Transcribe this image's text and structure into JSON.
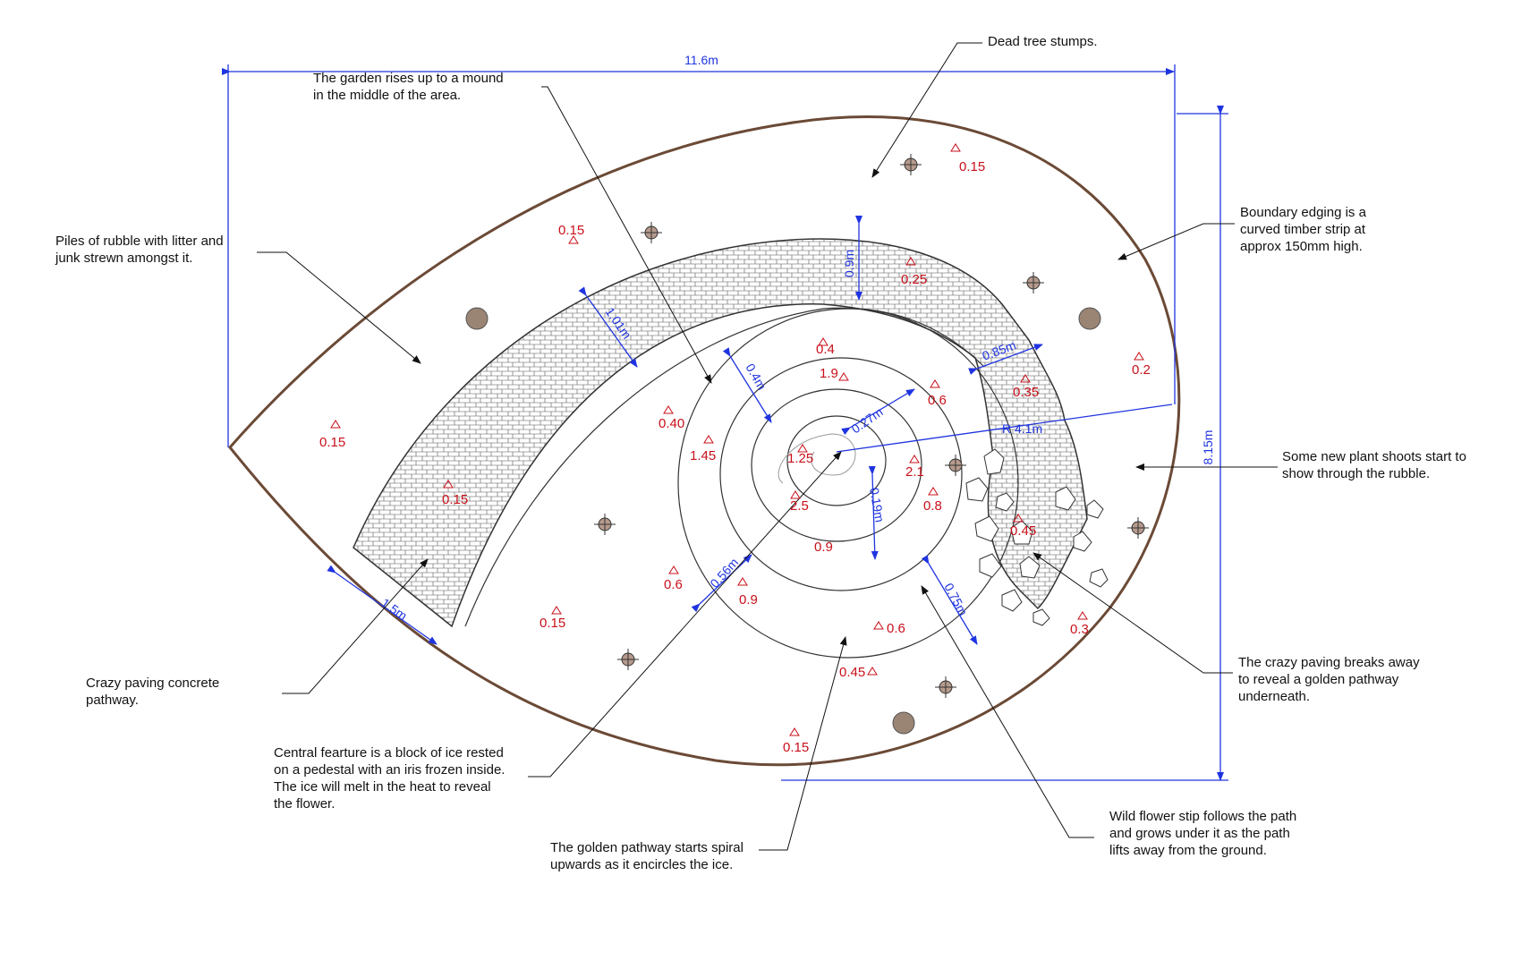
{
  "dimensions": {
    "width": "11.6m",
    "height": "8.15m",
    "radius": "R 4.1m",
    "path_width": "1.5m",
    "paving_inner": "1.01m",
    "paving_right": "0.85m",
    "paving_top": "0.9m",
    "spiral_04": "0.4m",
    "spiral_027": "0.27m",
    "spiral_019": "0.19m",
    "spiral_056": "0.56m",
    "spiral_075": "0.75m"
  },
  "notes": {
    "dead_stumps": [
      "Dead tree stumps."
    ],
    "mound": [
      "The garden rises up to a mound",
      "in the middle of the area."
    ],
    "boundary": [
      "Boundary edging is a",
      "curved timber strip at",
      "approx 150mm high."
    ],
    "rubble": [
      "Piles of rubble with litter and",
      "junk strewn amongst it."
    ],
    "shoots": [
      "Some new plant shoots start to",
      "show through the rubble."
    ],
    "crazy_breaks": [
      "The crazy paving breaks away",
      "to reveal a golden pathway",
      "underneath."
    ],
    "crazy_path": [
      "Crazy paving concrete",
      "pathway."
    ],
    "central": [
      "Central fearture is a block of ice rested",
      "on a pedestal with an iris frozen inside.",
      "The ice will melt in the heat to reveal",
      "the flower."
    ],
    "golden": [
      "The golden pathway starts spiral",
      "upwards as it encircles the ice."
    ],
    "wildflower": [
      "Wild flower stip follows the path",
      "and grows under it as the path",
      "lifts away from the ground."
    ]
  },
  "levels": [
    "0.15",
    "0.15",
    "0.25",
    "0.2",
    "0.15",
    "0.15",
    "0.4",
    "1.9",
    "0.6",
    "0.40",
    "0.35",
    "1.45",
    "1.25",
    "2.1",
    "2.5",
    "0.8",
    "0.45",
    "0.9",
    "0.6",
    "0.9",
    "0.15",
    "0.6",
    "0.3",
    "0.45",
    "0.15"
  ],
  "colors": {
    "dimension": "#1f34e0",
    "level": "#c8101a",
    "boundary": "#6b4a36",
    "stump": "#b69a8c",
    "boulder": "#9a8474"
  }
}
